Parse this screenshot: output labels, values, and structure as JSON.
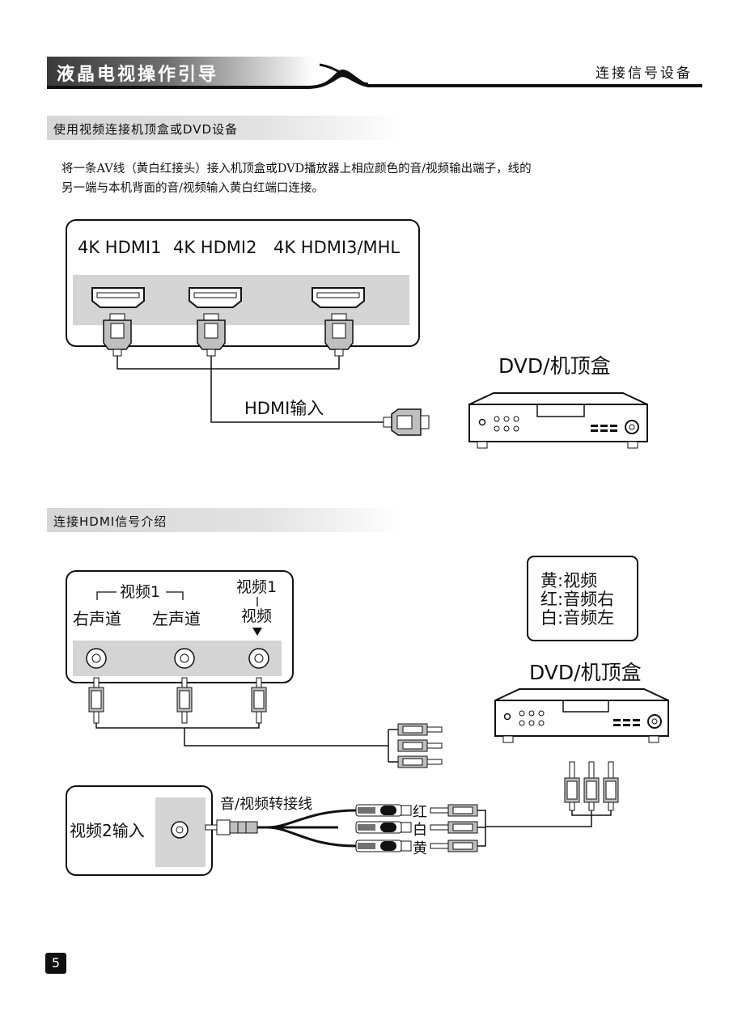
{
  "header": {
    "title": "液晶电视操作引导",
    "right_title": "连接信号设备"
  },
  "section1": {
    "heading": "使用视频连接机顶盒或DVD设备",
    "paragraph_line1": "将一条AV线（黄白红接头）接入机顶盒或DVD播放器上相应颜色的音/视频输出端子，线的",
    "paragraph_line2": "另一端与本机背面的音/视频输入黄白红端口连接。"
  },
  "diagram1": {
    "port_labels": [
      "4K HDMI1",
      "4K HDMI2",
      "4K HDMI3/MHL"
    ],
    "input_label": "HDMI输入",
    "device_label": "DVD/机顶盒"
  },
  "section2": {
    "heading": "连接HDMI信号介绍"
  },
  "diagram2": {
    "group_label": "视频1",
    "right_label": "右声道",
    "left_label": "左声道",
    "video1_label": "视频1",
    "video_label": "视频",
    "legend_line1": "黄:视频",
    "legend_line2": "红:音频右",
    "legend_line3": "白:音频左",
    "device_label": "DVD/机顶盒",
    "video2_input_label": "视频2输入",
    "cable_label": "音/视频转接线",
    "red_label": "红",
    "white_label": "白",
    "yellow_label": "黄"
  },
  "footer": {
    "page_number": "5"
  }
}
